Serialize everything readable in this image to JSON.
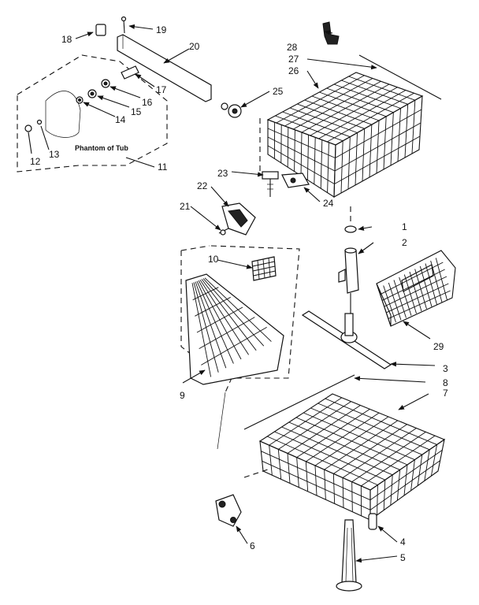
{
  "diagram": {
    "note": "Phantom of Tub",
    "parts": [
      "1",
      "2",
      "3",
      "4",
      "5",
      "6",
      "7",
      "8",
      "9",
      "10",
      "11",
      "12",
      "13",
      "14",
      "15",
      "16",
      "17",
      "18",
      "19",
      "20",
      "21",
      "22",
      "23",
      "24",
      "25",
      "26",
      "27",
      "28",
      "29"
    ]
  }
}
